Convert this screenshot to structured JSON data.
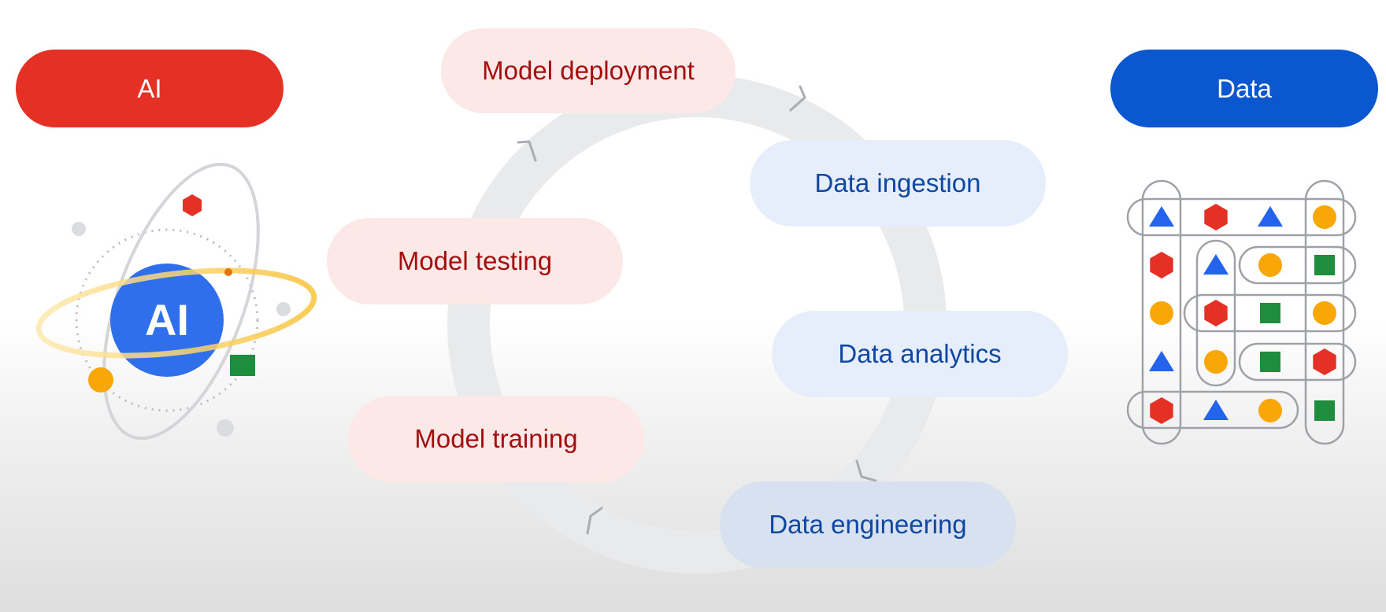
{
  "left_label": "AI",
  "right_label": "Data",
  "ai_icon_text": "AI",
  "cycle_stages": {
    "model_deployment": "Model deployment",
    "data_ingestion": "Data ingestion",
    "model_testing": "Model testing",
    "data_analytics": "Data analytics",
    "model_training": "Model training",
    "data_engineering": "Data engineering"
  },
  "colors": {
    "ai_red": "#e53025",
    "data_blue": "#0b57d0",
    "model_text": "#a50e0e",
    "data_text": "#0f47a1",
    "shape_red": "#e53025",
    "shape_blue": "#2463eb",
    "shape_orange": "#f9a607",
    "shape_green": "#1e8e3e"
  },
  "data_grid": {
    "rows": [
      [
        "triangle",
        "hexagon",
        "triangle",
        "circle"
      ],
      [
        "hexagon",
        "triangle",
        "circle",
        "square"
      ],
      [
        "circle",
        "hexagon",
        "square",
        "circle"
      ],
      [
        "triangle",
        "circle",
        "square",
        "hexagon"
      ],
      [
        "hexagon",
        "triangle",
        "circle",
        "square"
      ]
    ]
  }
}
